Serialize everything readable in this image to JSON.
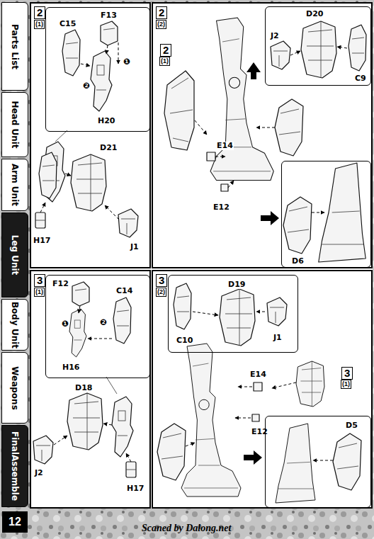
{
  "diagram": {
    "nodes": [
      {
        "text": [
          "Parts List"
        ]
      },
      {
        "text": [
          "Head Unit"
        ]
      },
      {
        "text": [
          "Arm Unit"
        ]
      },
      {
        "text": [
          "Leg Unit"
        ]
      },
      {
        "text": [
          "Body Unit"
        ]
      },
      {
        "text": [
          "Weapons"
        ]
      },
      {
        "text": [
          "FinalAssemble"
        ]
      },
      {
        "text": [
          "12"
        ]
      },
      {
        "text": [
          "2",
          "(1)",
          "D21",
          "J1",
          "H17"
        ]
      },
      {
        "text": [
          "F13",
          "C15",
          "H20",
          "❶",
          "❷"
        ],
        "in": 8
      },
      {
        "text": [
          "2",
          "(2)",
          "E14",
          "E12"
        ]
      },
      {
        "text": [
          "D20",
          "J2",
          "C9"
        ],
        "in": 10
      },
      {
        "text": [
          "2",
          "(1)"
        ],
        "in": 10
      },
      {
        "text": [
          "D6"
        ],
        "in": 10
      },
      {
        "text": [
          "3",
          "(1)",
          "D18",
          "J2",
          "H17"
        ]
      },
      {
        "text": [
          "F12",
          "C14",
          "H16",
          "❶",
          "❷"
        ],
        "in": 14
      },
      {
        "text": [
          "3",
          "(2)",
          "E14",
          "E12"
        ]
      },
      {
        "text": [
          "C10",
          "D19",
          "J1"
        ],
        "in": 16
      },
      {
        "text": [
          "3",
          "(1)"
        ],
        "in": 16
      },
      {
        "text": [
          "D5"
        ],
        "in": 16
      }
    ],
    "labels": [
      "Scaned by Dalong.net"
    ]
  }
}
